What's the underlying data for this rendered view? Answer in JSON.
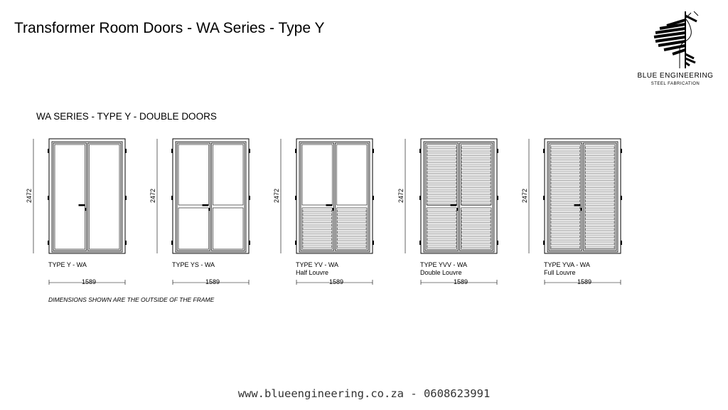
{
  "page_title": "Transformer Room Doors - WA Series - Type Y",
  "logo": {
    "name": "BLUE ENGINEERING",
    "subtitle": "STEEL FABRICATION",
    "icon": "spiral-staircase-icon"
  },
  "section_title": "WA SERIES - TYPE Y - DOUBLE DOORS",
  "doors": [
    {
      "type": "TYPE Y - WA",
      "sub": "",
      "width": "1589",
      "height": "2472",
      "louvre": "none",
      "split": false
    },
    {
      "type": "TYPE YS - WA",
      "sub": "",
      "width": "1589",
      "height": "2472",
      "louvre": "none",
      "split": true
    },
    {
      "type": "TYPE YV - WA",
      "sub": "Half Louvre",
      "width": "1589",
      "height": "2472",
      "louvre": "half",
      "split": true
    },
    {
      "type": "TYPE YVV - WA",
      "sub": "Double Louvre",
      "width": "1589",
      "height": "2472",
      "louvre": "double",
      "split": true
    },
    {
      "type": "TYPE YVA - WA",
      "sub": "Full Louvre",
      "width": "1589",
      "height": "2472",
      "louvre": "full",
      "split": false
    }
  ],
  "note": "DIMENSIONS SHOWN ARE THE OUTSIDE OF THE FRAME",
  "footer": "www.blueengineering.co.za - 0608623991"
}
